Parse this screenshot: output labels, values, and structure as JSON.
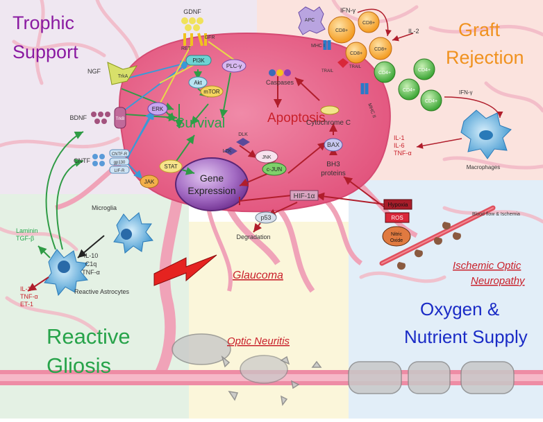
{
  "quadrants": {
    "trophic_title_line1": "Trophic",
    "trophic_title_line2": "Support",
    "graft_title_line1": "Graft",
    "graft_title_line2": "Rejection",
    "gliosis_title_line1": "Reactive",
    "gliosis_title_line2": "Gliosis",
    "oxygen_title_line1": "Oxygen &",
    "oxygen_title_line2": "Nutrient Supply"
  },
  "diseases": {
    "glaucoma": "Glaucoma",
    "optic_neuritis": "Optic Neuritis",
    "ischemic_line1": "Ischemic Optic",
    "ischemic_line2": "Neuropathy"
  },
  "cell": {
    "survival": "Survival",
    "apoptosis": "Apoptosis",
    "gene_line1": "Gene",
    "gene_line2": "Expression",
    "caspases": "Caspases",
    "cytochrome": "Cytochrome C",
    "bax": "BAX",
    "bh3_line1": "BH3",
    "bh3_line2": "proteins",
    "hif": "HIF-1α",
    "p53": "p53",
    "degradation": "Degradation",
    "dlk": "DLK",
    "lzk": "LZK",
    "jnk": "JNK",
    "cjun": "c-JUN",
    "pi3k": "PI3K",
    "akt": "Akt",
    "mtor": "mTOR",
    "plcg": "PLC-γ",
    "erk": "ERK",
    "stat": "STAT",
    "jak": "JAK"
  },
  "trophic": {
    "gdnf": "GDNF",
    "ret": "RET",
    "gfr": "GFR",
    "ngf": "NGF",
    "trka": "TrkA",
    "bdnf": "BDNF",
    "trkb": "TrkB",
    "cntf": "CNTF",
    "cntfr": "CNTF-R",
    "gp130": "gp130",
    "lifr": "LIF-R"
  },
  "graft": {
    "apc": "APC",
    "ifng_top": "IFN-γ",
    "cd8": "CD8+",
    "cd4": "CD4+",
    "il2": "IL-2",
    "mhc1": "MHC I",
    "mhc2": "MHC II",
    "trail": "TRAIL",
    "ifng_right": "IFN-γ",
    "il1": "IL-1",
    "il6": "IL-6",
    "tnfa": "TNF-α",
    "macrophages": "Macrophages"
  },
  "gliosis": {
    "microglia": "Microglia",
    "laminin": "Laminin",
    "tgfb": "TGF-β",
    "il10": "IL-10",
    "c1q": "C1q",
    "tnfa": "TNF-α",
    "reactive_astrocytes": "Reactive Astrocytes",
    "il1": "IL-1",
    "tnfa_red": "TNF-α",
    "et1": "ET-1"
  },
  "oxygen": {
    "hypoxia": "Hypoxia",
    "ros": "ROS",
    "nitric_line1": "Nitric",
    "nitric_line2": "Oxide",
    "blood_flow": "Blood flow & Ischemia"
  },
  "colors": {
    "trophic_bg": "#efe7f1",
    "graft_bg": "#fbe3de",
    "gliosis_bg": "#e4f1e4",
    "oxygen_bg": "#e2eef8",
    "neuritis_bg": "#fbf6da",
    "cell_fill": "#e96a8f",
    "vessel": "#f3aabc",
    "purple": "#8a1aa1",
    "orange": "#f0921f",
    "green": "#27a34a",
    "blue": "#1a2bc6",
    "red": "#c9202a",
    "dark_red": "#a3192a"
  }
}
